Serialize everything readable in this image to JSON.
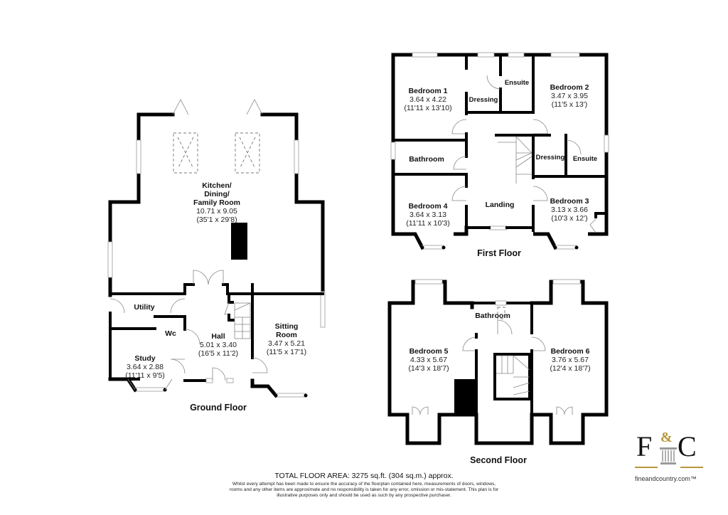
{
  "ground_floor": {
    "title": "Ground Floor",
    "rooms": {
      "kitchen": {
        "name_lines": [
          "Kitchen/",
          "Dining/",
          "Family Room"
        ],
        "metric": "10.71 x 9.05",
        "imperial": "(35'1 x 29'8)"
      },
      "utility": {
        "name": "Utility"
      },
      "wc": {
        "name": "Wc"
      },
      "hall": {
        "name": "Hall",
        "metric": "5.01 x 3.40",
        "imperial": "(16'5 x 11'2)"
      },
      "study": {
        "name": "Study",
        "metric": "3.64 x 2.88",
        "imperial": "(11'11 x 9'5)"
      },
      "sitting": {
        "name_lines": [
          "Sitting",
          "Room"
        ],
        "metric": "3.47 x 5.21",
        "imperial": "(11'5 x 17'1)"
      }
    }
  },
  "first_floor": {
    "title": "First Floor",
    "rooms": {
      "bedroom1": {
        "name": "Bedroom 1",
        "metric": "3.64 x 4.22",
        "imperial": "(11'11 x 13'10)"
      },
      "dressing1": {
        "name": "Dressing"
      },
      "ensuite1": {
        "name": "Ensuite"
      },
      "bedroom2": {
        "name": "Bedroom 2",
        "metric": "3.47 x 3.95",
        "imperial": "(11'5 x 13')"
      },
      "bathroom": {
        "name": "Bathroom"
      },
      "dressing2": {
        "name": "Dressing"
      },
      "ensuite2": {
        "name": "Ensuite"
      },
      "bedroom4": {
        "name": "Bedroom 4",
        "metric": "3.64 x 3.13",
        "imperial": "(11'11 x 10'3)"
      },
      "landing": {
        "name": "Landing"
      },
      "bedroom3": {
        "name": "Bedroom 3",
        "metric": "3.13 x 3.66",
        "imperial": "(10'3 x 12')"
      }
    }
  },
  "second_floor": {
    "title": "Second Floor",
    "rooms": {
      "bedroom5": {
        "name": "Bedroom 5",
        "metric": "4.33 x 5.67",
        "imperial": "(14'3 x 18'7)"
      },
      "bathroom": {
        "name": "Bathroom"
      },
      "bedroom6": {
        "name": "Bedroom 6",
        "metric": "3.76 x 5.67",
        "imperial": "(12'4 x 18'7)"
      }
    }
  },
  "footer": {
    "total_area": "TOTAL FLOOR AREA: 3275 sq.ft. (304 sq.m.) approx.",
    "disclaimer": "Whilst every attempt has been made to ensure the accuracy of the floorplan contained here, measurements of doors, windows, rooms and any other items are approximate and no responsibility is taken for any error, omission or mis-statement. This plan is for illustrative purposes only and should be used as such by any prospective purchaser."
  },
  "logo": {
    "letter_left": "F",
    "ampersand": "&",
    "letter_right": "C",
    "website": "fineandcountry.com™",
    "accent_color": "#b8973a"
  }
}
